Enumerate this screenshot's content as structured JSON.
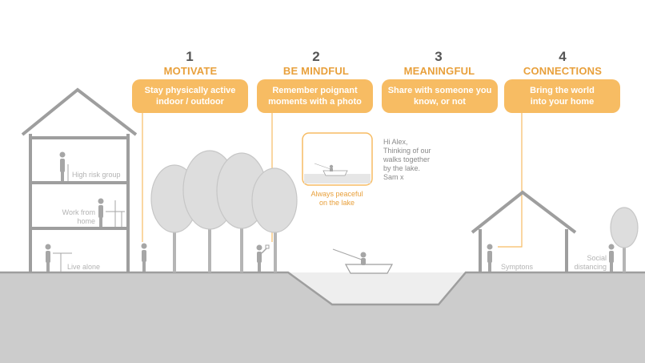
{
  "steps": [
    {
      "number": "1",
      "title": "MOTIVATE",
      "text": "Stay physically active\nindoor / outdoor"
    },
    {
      "number": "2",
      "title": "BE MINDFUL",
      "text": "Remember poignant\nmoments with a photo"
    },
    {
      "number": "3",
      "title": "MEANINGFUL",
      "text": "Share with someone you\nknow, or not"
    },
    {
      "number": "4",
      "title": "CONNECTIONS",
      "text": "Bring the world\ninto your home"
    }
  ],
  "house_labels": {
    "high_risk": "High risk group",
    "work_from_home": "Work from\nhome",
    "live_alone": "Live alone"
  },
  "photo_caption": "Always peaceful\non the lake",
  "message": "Hi Alex,\nThinking of our\nwalks together\nby the lake.\nSam x",
  "right_labels": {
    "symptoms": "Symptons",
    "social_distancing": "Social\ndistancing"
  },
  "colors": {
    "accent": "#f7bc63",
    "accent_text": "#e8a03c",
    "line": "#9e9e9e",
    "ground": "#cccccc"
  }
}
